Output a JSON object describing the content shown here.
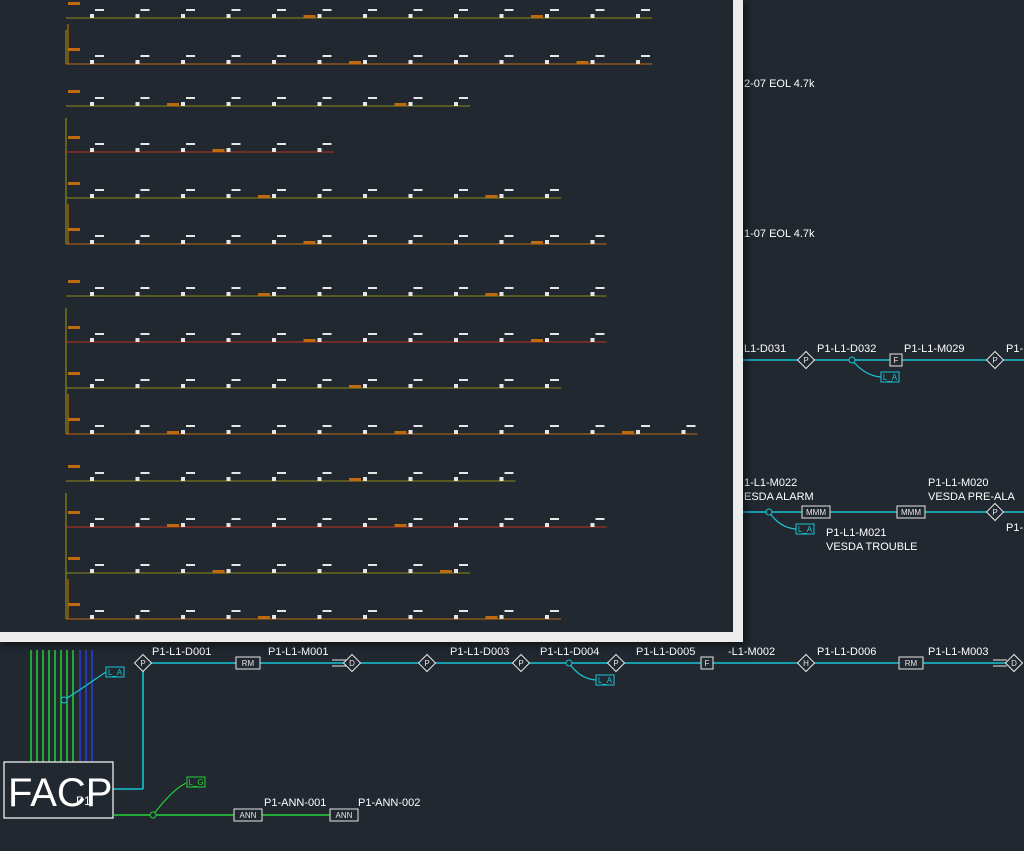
{
  "labels": {
    "eol_1": "2-07 EOL 4.7k",
    "eol_2": "1-07 EOL 4.7k",
    "r1_d031": "L1-D031",
    "r1_d032": "P1-L1-D032",
    "r1_m029": "P1-L1-M029",
    "r1_p1": "P1-",
    "r2_m022": "1-L1-M022",
    "r2_vesda_alarm": "ESDA ALARM",
    "r2_m020": "P1-L1-M020",
    "r2_vesda_prealarm": "VESDA PRE-ALA",
    "r2_m021": "P1-L1-M021",
    "r2_vesda_trouble": "VESDA TROUBLE",
    "r2_p1": "P1-",
    "r3_m002": "-L1-M002",
    "r3_d006": "P1-L1-D006",
    "r3_m003": "P1-L1-M003",
    "r3_cut_1": "P1-L1-D001",
    "r3_cut_2": "P1-L1-M001",
    "r3_cut_3": "P1-L1-D003",
    "r3_cut_4": "P1-L1-D004",
    "r3_cut_5": "P1-L1-D005",
    "ann_001": "P1-ANN-001",
    "ann_002": "P1-ANN-002",
    "facp": "FACP",
    "facp_sub": "P1"
  },
  "symbols": {
    "p": "P",
    "f": "F",
    "h": "H",
    "d": "D",
    "rm": "RM",
    "mmm": "MMM",
    "ann": "ANN",
    "la": "L_A",
    "lg": "L_G"
  },
  "colors": {
    "background": "#212830",
    "cyan_wire": "#19c4d2",
    "green_wire": "#22d236",
    "blue_wire": "#2a3ee0",
    "olive_wire": "#8a8a14",
    "orange_wire": "#c06a10",
    "red_wire": "#c0301a",
    "panel_border": "#ececec"
  },
  "overlay": {
    "groups": [
      {
        "rows": [
          {
            "devices": 13,
            "color": "olive_wire"
          },
          {
            "devices": 13,
            "color": "orange_wire"
          }
        ]
      },
      {
        "rows": [
          {
            "devices": 9,
            "color": "olive_wire"
          },
          {
            "devices": 6,
            "color": "red_wire"
          },
          {
            "devices": 11,
            "color": "olive_wire"
          },
          {
            "devices": 12,
            "color": "orange_wire"
          }
        ]
      },
      {
        "rows": [
          {
            "devices": 12,
            "color": "olive_wire"
          },
          {
            "devices": 12,
            "color": "red_wire"
          },
          {
            "devices": 11,
            "color": "olive_wire"
          },
          {
            "devices": 14,
            "color": "orange_wire"
          }
        ]
      },
      {
        "rows": [
          {
            "devices": 10,
            "color": "olive_wire"
          },
          {
            "devices": 12,
            "color": "red_wire"
          },
          {
            "devices": 9,
            "color": "olive_wire"
          },
          {
            "devices": 11,
            "color": "orange_wire"
          }
        ]
      }
    ]
  }
}
